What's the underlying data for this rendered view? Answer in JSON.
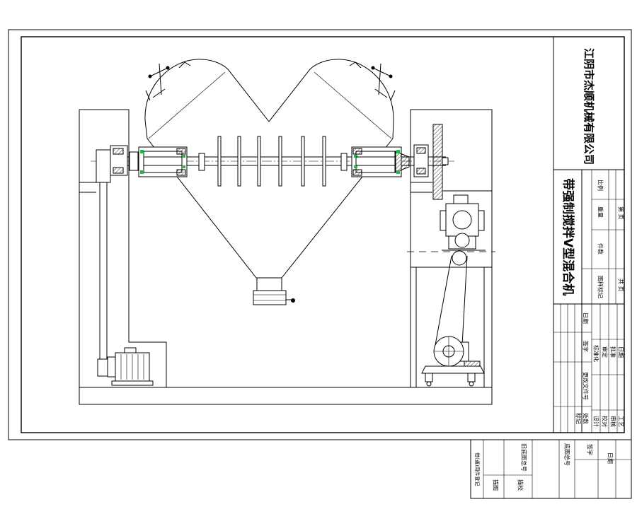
{
  "colors": {
    "lines": "#000000",
    "seal_green": "#2db34a"
  },
  "sheet": {
    "company": "江阴市杰顺机械有限公司",
    "title": "带强制搅拌V型混合机"
  },
  "title_block": {
    "scale": "比例",
    "weight": "重量",
    "quantity": "件数",
    "drawing_mark": "图样标记",
    "total_pages": "共 页",
    "page_no": "第 页",
    "date": "日期",
    "signature": "签字",
    "change_doc_no": "更改文件号",
    "mark": "标记",
    "count": "处数",
    "design": "设计",
    "check": "校对",
    "review": "审核",
    "process": "工艺",
    "standardization": "标准化",
    "approval_review": "审定",
    "approval": "批准",
    "approval_date": "日期"
  },
  "record_table": {
    "borrowed_parts": "借(通)用件登记",
    "tracing": "描图",
    "tracing_check": "描校",
    "old_base_no": "旧底图总号",
    "base_no": "底图总号",
    "signature": "签字",
    "date": "日期"
  }
}
